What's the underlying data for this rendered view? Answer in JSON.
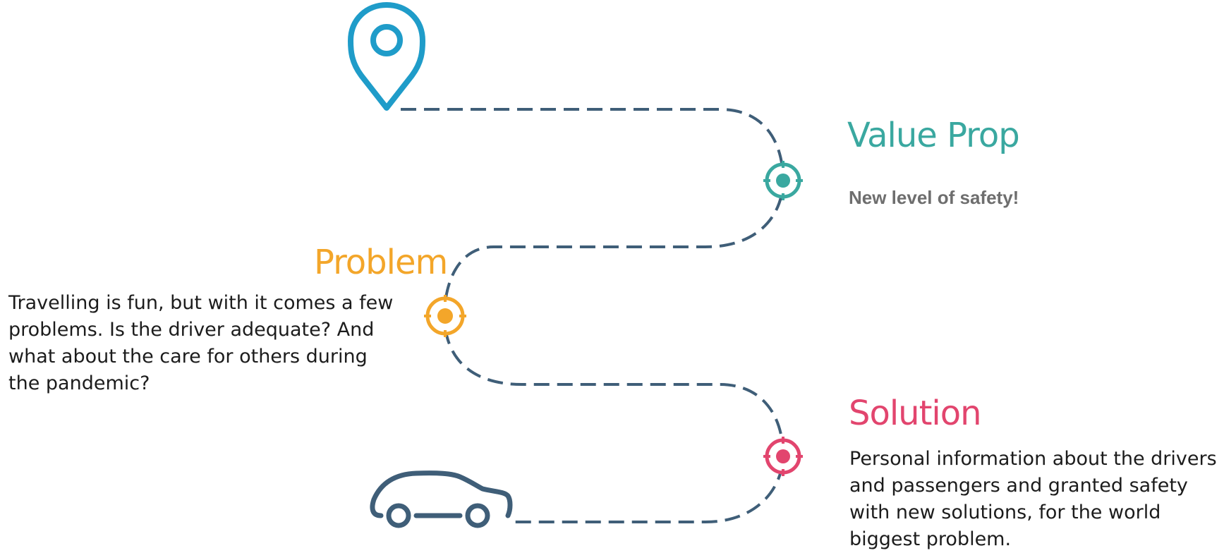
{
  "colors": {
    "path": "#3f5e78",
    "pin": "#1f9cc9",
    "value_prop": "#3aa8a0",
    "problem": "#f3a62a",
    "solution": "#e2456e",
    "car": "#3f5e78",
    "body_text": "#1c1c1c",
    "subtitle": "#6e6e6e"
  },
  "icons": {
    "start": "location-pin-icon",
    "end": "car-icon",
    "milestones": [
      "target-icon",
      "target-icon",
      "target-icon"
    ]
  },
  "value_prop": {
    "title": "Value Prop",
    "subtitle": "New level of safety!"
  },
  "problem": {
    "title": "Problem",
    "body": "Travelling is fun, but with it comes a few problems. Is the driver adequate? And what about the care for others during the pandemic?"
  },
  "solution": {
    "title": "Solution",
    "body": "Personal information about the drivers and passengers and granted safety with new solutions, for the world biggest problem."
  }
}
